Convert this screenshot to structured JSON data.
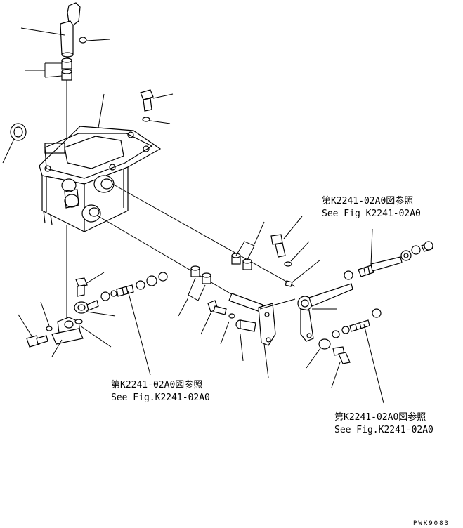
{
  "references": [
    {
      "jp": "第K2241-02A0図参照",
      "en": "See Fig K2241-02A0"
    },
    {
      "jp": "第K2241-02A0図参照",
      "en": "See Fig.K2241-02A0"
    },
    {
      "jp": "第K2241-02A0図参照",
      "en": "See Fig.K2241-02A0"
    }
  ],
  "drawing_code": "PWK9083"
}
